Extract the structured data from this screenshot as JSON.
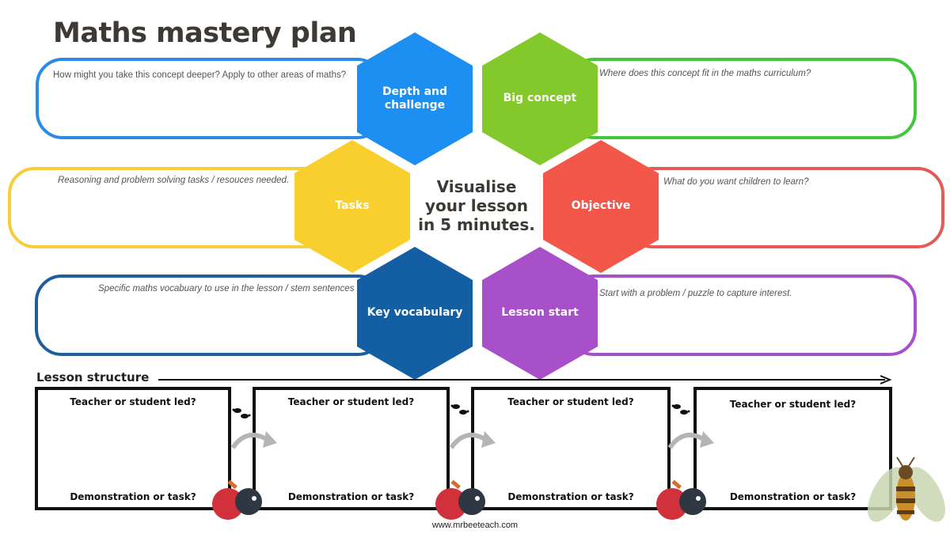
{
  "title": "Maths mastery plan",
  "center": {
    "line1": "Visualise",
    "line2": "your lesson",
    "line3": "in 5 minutes."
  },
  "sections": [
    {
      "hex_label": "Depth and challenge",
      "prompt": "How might you take this concept deeper? Apply to other areas of maths?",
      "color": "#1e8ff2"
    },
    {
      "hex_label": "Big concept",
      "prompt": "Where does this concept fit in the maths curriculum?",
      "color": "#83c92b"
    },
    {
      "hex_label": "Tasks",
      "prompt": "Reasoning and problem solving tasks / resouces needed.",
      "color": "#f8cf2c"
    },
    {
      "hex_label": "Objective",
      "prompt": "What do you want children to learn?",
      "color": "#f2574a"
    },
    {
      "hex_label": "Key vocabulary",
      "prompt": "Specific maths vocabuary to use in the lesson / stem sentences",
      "color": "#145fa3"
    },
    {
      "hex_label": "Lesson start",
      "prompt": "Start with a problem / puzzle to capture interest.",
      "color": "#a84fca"
    }
  ],
  "pill_colors": {
    "depth": "#2a8ae6",
    "big": "#3ec83a",
    "tasks": "#f7cd3a",
    "objective": "#e35a57",
    "vocab": "#1e5e9e",
    "start": "#a84fca"
  },
  "lesson_structure": {
    "label": "Lesson structure",
    "steps": [
      {
        "top": "Teacher or student led?",
        "bottom": "Demonstration or task?"
      },
      {
        "top": "Teacher or student led?",
        "bottom": "Demonstration or task?"
      },
      {
        "top": "Teacher or student led?",
        "bottom": "Demonstration or task?"
      },
      {
        "top": "Teacher or student led?",
        "bottom": "Demonstration or task?"
      }
    ]
  },
  "icons": [
    "footprints-icon",
    "curved-arrow-icon",
    "ping-pong-paddles-icon",
    "bee-icon"
  ],
  "footer": "www.mrbeeteach.com"
}
